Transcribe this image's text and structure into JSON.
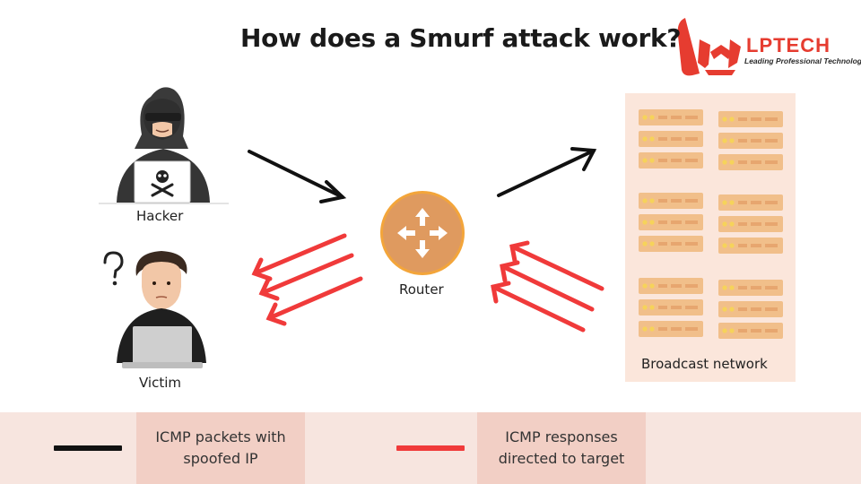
{
  "title": "How does a Smurf attack work?",
  "logo": {
    "name": "LPTECH",
    "tagline": "Leading Professional Technology",
    "icon": "lptech-logo-icon"
  },
  "nodes": {
    "hacker": {
      "label": "Hacker",
      "icon": "hacker-icon"
    },
    "victim": {
      "label": "Victim",
      "icon": "victim-icon"
    },
    "router": {
      "label": "Router",
      "icon": "router-icon"
    },
    "broadcast": {
      "label": "Broadcast network",
      "icon": "server-rack-icon"
    }
  },
  "edges": [
    {
      "from": "Hacker",
      "to": "Router",
      "type": "ICMP packets with spoofed IP",
      "color": "#111111"
    },
    {
      "from": "Router",
      "to": "Broadcast network",
      "type": "ICMP packets with spoofed IP",
      "color": "#111111"
    },
    {
      "from": "Broadcast network",
      "to": "Router",
      "type": "ICMP responses directed to target",
      "color": "#f03a3a"
    },
    {
      "from": "Router",
      "to": "Victim",
      "type": "ICMP responses directed to target",
      "color": "#f03a3a"
    }
  ],
  "legend": [
    {
      "label_line1": "ICMP packets with",
      "label_line2": "spoofed IP",
      "color": "#111111"
    },
    {
      "label_line1": "ICMP responses",
      "label_line2": "directed to target",
      "color": "#f03a3a"
    }
  ],
  "colors": {
    "router_fill": "#df9a5f",
    "router_ring": "#f3a53a",
    "server_fill": "#f1bf8a",
    "server_panel": "#fbe6db",
    "legend_bg": "#f7e5df",
    "legend_box": "#f2cfc5",
    "accent_red": "#e63c30"
  }
}
